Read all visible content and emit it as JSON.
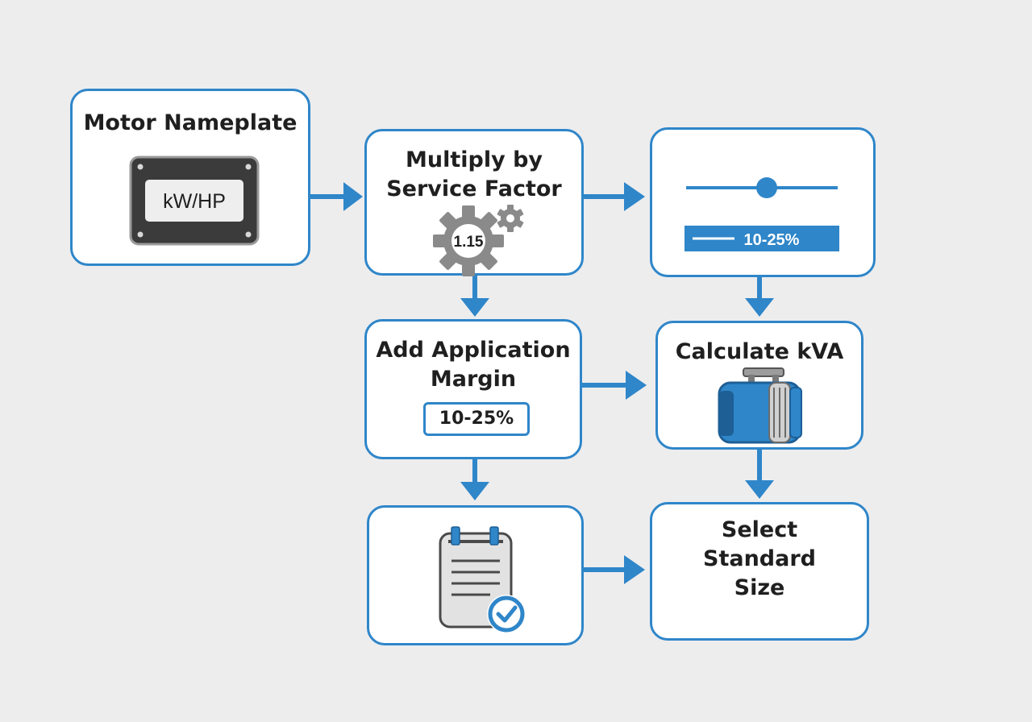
{
  "diagram": {
    "nodes": {
      "motor_nameplate": {
        "title": "Motor Nameplate",
        "plate_text": "kW/HP"
      },
      "service_factor": {
        "title_line1": "Multiply by",
        "title_line2": "Service Factor",
        "gear_value": "1.15"
      },
      "slider_range": {
        "range_label": "10-25%"
      },
      "application_margin": {
        "title_line1": "Add Application",
        "title_line2": "Margin",
        "badge": "10-25%"
      },
      "calculate_kva": {
        "title": "Calculate kVA"
      },
      "checklist": {},
      "standard_size": {
        "title_line1": "Select",
        "title_line2": "Standard",
        "title_line3": "Size"
      }
    }
  },
  "colors": {
    "accent": "#2f86c9",
    "dark_plate": "#3b3b3b",
    "gear_gray": "#8a8a8a",
    "background": "#ededee"
  }
}
